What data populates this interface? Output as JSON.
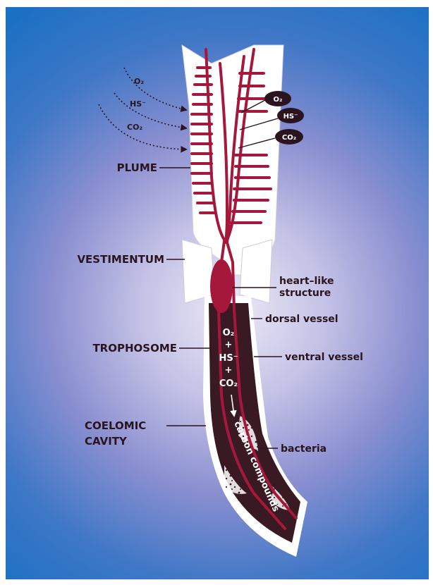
{
  "diagram": {
    "labels": {
      "plume": "PLUME",
      "vestimentum": "VESTIMENTUM",
      "trophosome": "TROPHOSOME",
      "coelomic_1": "COELOMIC",
      "coelomic_2": "CAVITY",
      "heart_1": "heart–like",
      "heart_2": "structure",
      "dorsal_vessel": "dorsal vessel",
      "ventral_vessel": "ventral vessel",
      "bacteria": "bacteria"
    },
    "inflow": {
      "o2": "O₂",
      "hs": "HS⁻",
      "co2": "CO₂"
    },
    "badges": {
      "o2": "O₂",
      "hs": "HS⁻",
      "co2": "CO₂"
    },
    "inside": {
      "o2": "O₂",
      "plus1": "+",
      "hs": "HS⁻",
      "plus2": "+",
      "co2": "CO₂",
      "carbon": "carbon compounds"
    }
  },
  "colors": {
    "background_center": "#e9e6f4",
    "background_mid": "#8a8fd0",
    "background_edge": "#1a70c4",
    "vessel": "#a5173b",
    "trophosome": "#3a1a22",
    "label": "#2a1420"
  }
}
